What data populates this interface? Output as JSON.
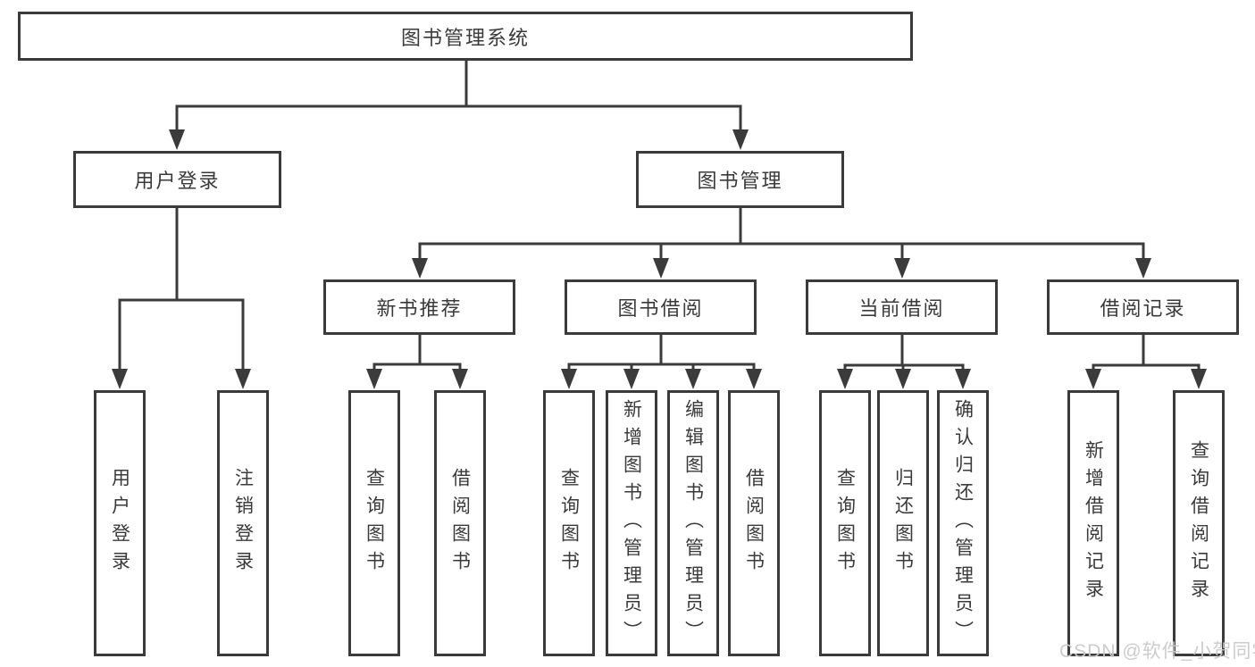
{
  "diagram_title": "图书管理系统",
  "tree": {
    "label": "图书管理系统",
    "children": [
      {
        "label": "用户登录",
        "children": [
          {
            "label": "用户登录"
          },
          {
            "label": "注销登录"
          }
        ]
      },
      {
        "label": "图书管理",
        "children": [
          {
            "label": "新书推荐",
            "children": [
              {
                "label": "查询图书"
              },
              {
                "label": "借阅图书"
              }
            ]
          },
          {
            "label": "图书借阅",
            "children": [
              {
                "label": "查询图书"
              },
              {
                "label": "新增图书（管理员）"
              },
              {
                "label": "编辑图书（管理员）"
              },
              {
                "label": "借阅图书"
              }
            ]
          },
          {
            "label": "当前借阅",
            "children": [
              {
                "label": "查询图书"
              },
              {
                "label": "归还图书"
              },
              {
                "label": "确认归还（管理员）"
              }
            ]
          },
          {
            "label": "借阅记录",
            "children": [
              {
                "label": "新增借阅记录"
              },
              {
                "label": "查询借阅记录"
              }
            ]
          }
        ]
      }
    ]
  },
  "watermark": "CSDN @软件_小贺同学",
  "colors": {
    "line": "#3b3b3b",
    "box_border": "#3b3b3b",
    "text": "#3a3a3a",
    "background": "#ffffff",
    "watermark": "#c9c9c9"
  }
}
